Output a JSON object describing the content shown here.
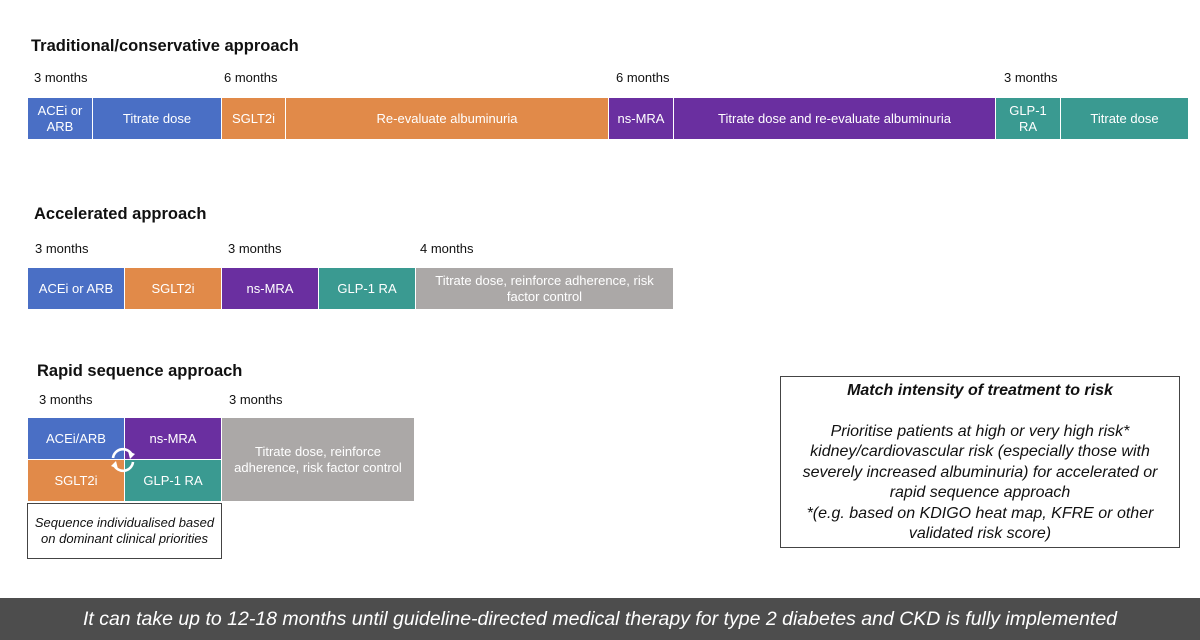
{
  "traditional": {
    "title": "Traditional/conservative approach",
    "durations": [
      "3 months",
      "6 months",
      "6 months",
      "3 months"
    ],
    "blocks": [
      "ACEi or ARB",
      "Titrate dose",
      "SGLT2i",
      "Re-evaluate albuminuria",
      "ns-MRA",
      "Titrate dose and re-evaluate albuminuria",
      "GLP-1 RA",
      "Titrate dose"
    ]
  },
  "accelerated": {
    "title": "Accelerated approach",
    "durations": [
      "3 months",
      "3 months",
      "4 months"
    ],
    "blocks": [
      "ACEi or ARB",
      "SGLT2i",
      "ns-MRA",
      "GLP-1 RA",
      "Titrate dose, reinforce adherence, risk factor control"
    ]
  },
  "rapid": {
    "title": "Rapid sequence approach",
    "durations": [
      "3 months",
      "3 months"
    ],
    "blocks": [
      "ACEi/ARB",
      "ns-MRA",
      "SGLT2i",
      "GLP-1 RA",
      "Titrate dose, reinforce adherence, risk factor control"
    ],
    "note": "Sequence individualised based on dominant clinical priorities"
  },
  "risk_box": {
    "heading": "Match intensity of treatment to risk",
    "lines": [
      "Prioritise patients at high or very high risk*",
      "kidney/cardiovascular risk (especially those with",
      "severely increased albuminuria) for accelerated or",
      "rapid sequence approach",
      "*(e.g. based on KDIGO heat map, KFRE or other",
      "validated risk score)"
    ]
  },
  "footer": "It can take up to 12-18 months until guideline-directed medical therapy for type 2 diabetes and CKD is fully implemented",
  "colors": {
    "acei_arb": "#4a6fc5",
    "sglt2i": "#e18a49",
    "ns_mra": "#6a2fa0",
    "glp1_ra": "#3a9a91",
    "titrate": "#aba8a7"
  }
}
